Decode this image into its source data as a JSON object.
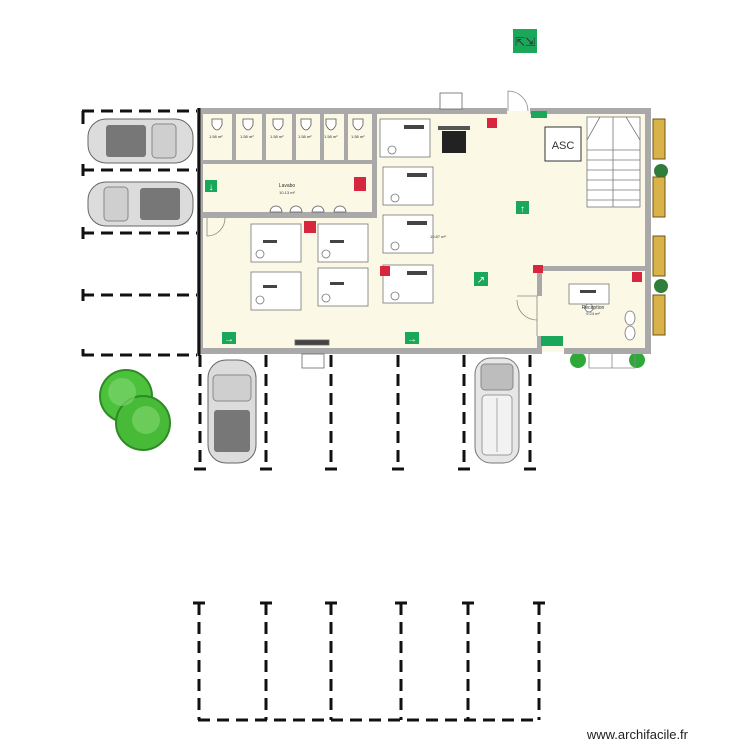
{
  "plan": {
    "rooms": {
      "lavabo": {
        "name": "Lavabo",
        "area": "10.13 m²"
      },
      "bureaux": {
        "name": "",
        "area": "10.87 m²"
      },
      "reception": {
        "name": "Reception",
        "area": "9.24 m²"
      },
      "stalls": [
        "1.58 m²",
        "1.58 m²",
        "1.58 m²",
        "1.58 m²",
        "1.58 m²",
        "1.58 m²"
      ]
    },
    "elevator_label": "ASC",
    "colors": {
      "floor": "#fbf8e6",
      "wall": "#a9a9a9",
      "exit_green": "#19a85a",
      "fire_red": "#d7263d",
      "bench": "#8a6d1f",
      "tree": "#3fbf3a"
    },
    "icons": [
      "assembly-point-icon",
      "exit-arrow-icon",
      "fire-extinguisher-icon",
      "car-icon",
      "tree-icon",
      "plant-icon"
    ]
  },
  "footer": {
    "watermark": "www.archifacile.fr"
  }
}
